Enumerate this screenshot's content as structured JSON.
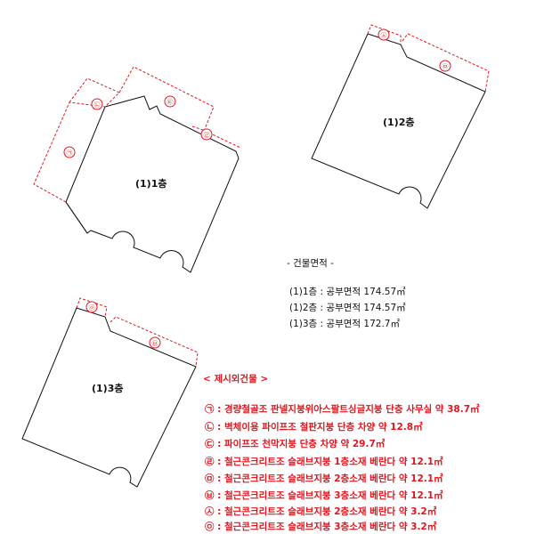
{
  "floors": {
    "f1": "(1)1층",
    "f2": "(1)2층",
    "f3": "(1)3층"
  },
  "markers": {
    "m1": "㉠",
    "m2": "㉡",
    "m3": "㉢",
    "m4": "㉣",
    "m5": "㉤",
    "m6": "㉥",
    "m7": "㉦",
    "m8": "㉧"
  },
  "area": {
    "title": "- 건물면적 -",
    "rows": [
      "(1)1층 : 공부면적 174.57㎡",
      "(1)2층 : 공부면적 174.57㎡",
      "(1)3층 : 공부면적 172.7㎡"
    ]
  },
  "excluded": {
    "title": "< 제시외건물 >",
    "items": [
      "㉠ : 경량철골조 판넬지붕위아스팔트싱글지붕 단층 사무실 약 38.7㎡",
      "㉡ : 벽체이용 파이프조 철판지붕 단층 차양 약 12.8㎡",
      "㉢ : 파이프조 천막지붕 단층 차양 약 29.7㎡",
      "㉣ : 철근콘크리트조 슬래브지붕 1층소재 베란다 약 12.1㎡",
      "㉤ : 철근콘크리트조 슬래브지붕 2층소재 베란다 약 12.1㎡",
      "㉥ : 철근콘크리트조 슬래브지붕 3층소재 베란다 약 12.1㎡",
      "㉦ : 철근콘크리트조 슬래브지붕 2층소재 베란다 약 3.2㎡",
      "㉧ : 철근콘크리트조 슬래브지붕 3층소재 베란다 약 3.2㎡"
    ]
  },
  "colors": {
    "line": "#111111",
    "annex": "#e0161e"
  }
}
